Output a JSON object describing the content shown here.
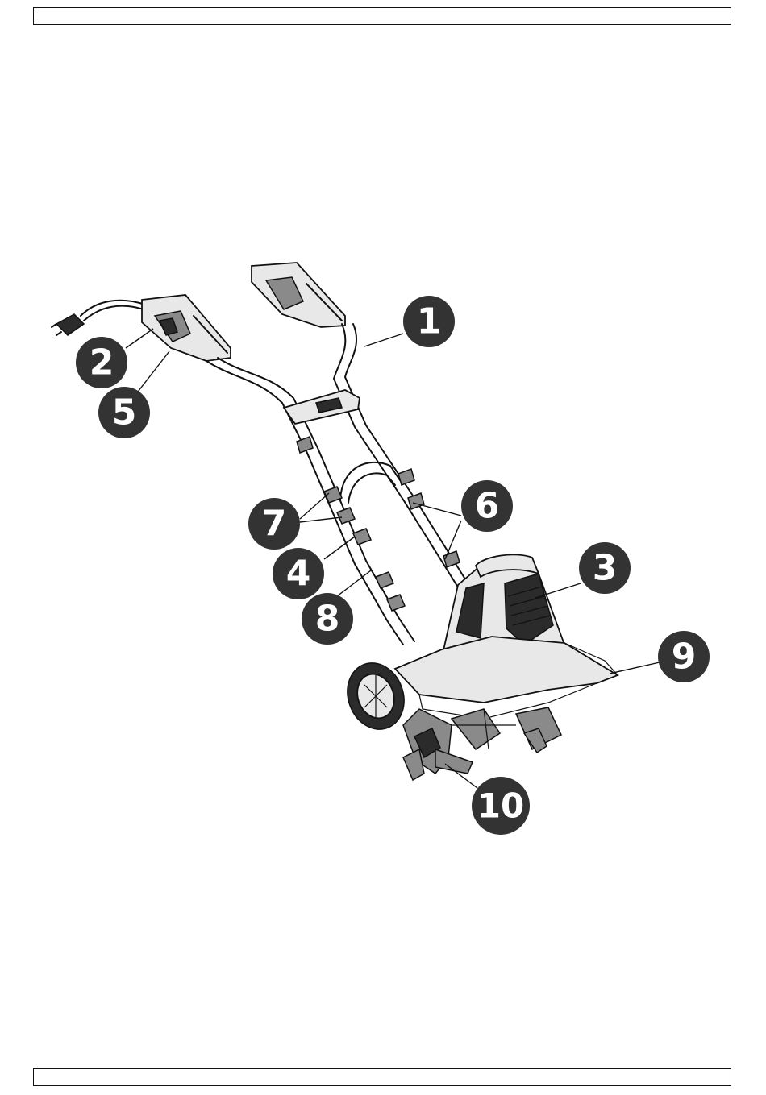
{
  "callouts": [
    {
      "label": "1"
    },
    {
      "label": "2"
    },
    {
      "label": "3"
    },
    {
      "label": "4"
    },
    {
      "label": "5"
    },
    {
      "label": "6"
    },
    {
      "label": "7"
    },
    {
      "label": "8"
    },
    {
      "label": "9"
    },
    {
      "label": "10"
    }
  ],
  "colors": {
    "callout_fill": "#333333",
    "callout_text": "#ffffff",
    "line": "#111111"
  }
}
